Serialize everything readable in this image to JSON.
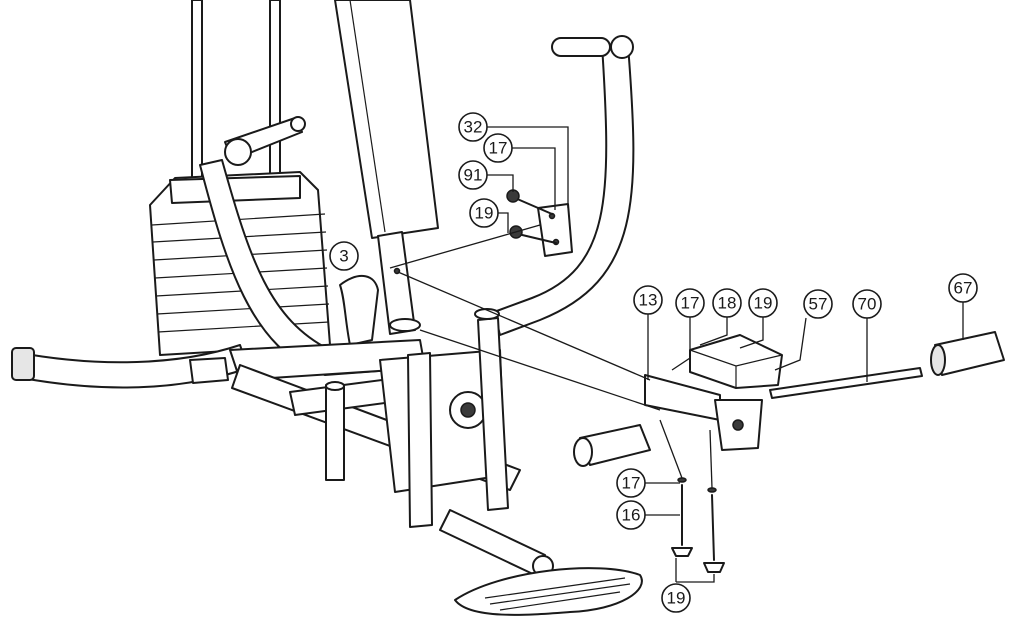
{
  "callouts": [
    {
      "label": "32"
    },
    {
      "label": "17"
    },
    {
      "label": "91"
    },
    {
      "label": "19"
    },
    {
      "label": "3"
    },
    {
      "label": "13"
    },
    {
      "label": "17"
    },
    {
      "label": "18"
    },
    {
      "label": "19"
    },
    {
      "label": "57"
    },
    {
      "label": "70"
    },
    {
      "label": "67"
    },
    {
      "label": "17"
    },
    {
      "label": "16"
    },
    {
      "label": "19"
    }
  ]
}
